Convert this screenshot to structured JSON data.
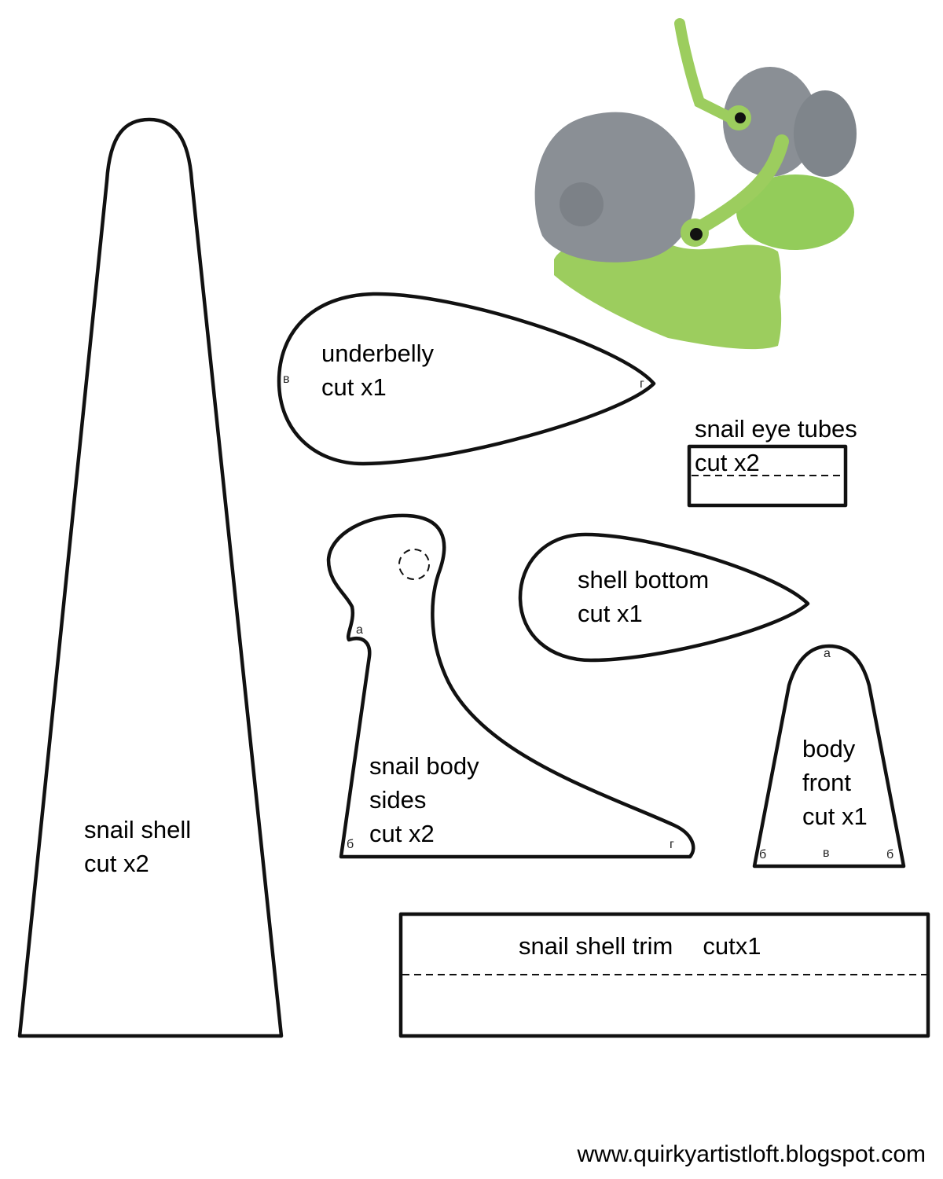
{
  "pieces": {
    "snail_shell": {
      "name": "snail shell",
      "cut": "cut x2"
    },
    "underbelly": {
      "name": "underbelly",
      "cut": "cut x1",
      "marks": [
        "в",
        "г"
      ]
    },
    "eye_tubes": {
      "name": "snail eye tubes",
      "cut": "cut x2"
    },
    "shell_bottom": {
      "name": "shell bottom",
      "cut": "cut x1"
    },
    "body_sides": {
      "line1": "snail body",
      "line2": "sides",
      "cut": "cut x2",
      "marks": [
        "а",
        "б",
        "г"
      ]
    },
    "body_front": {
      "line1": "body",
      "line2": "front",
      "cut": "cut x1",
      "marks": [
        "а",
        "б",
        "в",
        "б"
      ]
    },
    "shell_trim": {
      "name": "snail shell trim",
      "cut": "cutx1"
    }
  },
  "colors": {
    "shell_gray": "#8a8f95",
    "body_green": "#9ccd5e",
    "outline": "#111111"
  },
  "footer": {
    "url": "www.quirkyartistloft.blogspot.com"
  }
}
